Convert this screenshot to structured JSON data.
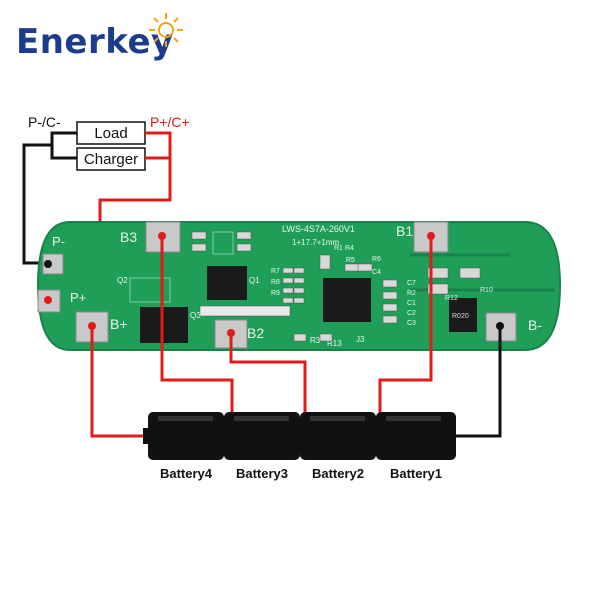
{
  "logo": {
    "brand": "Enerkey"
  },
  "labels": {
    "minus_terminal": "P-/C-",
    "plus_terminal": "P+/C+",
    "load": "Load",
    "charger": "Charger"
  },
  "board": {
    "model": "LWS-4S7A-260V1",
    "dims": "1+17.7+1mm",
    "pads": {
      "b3": "B3",
      "b1": "B1",
      "b2": "B2",
      "bplus": "B+",
      "bminus": "B-",
      "pminus": "P-",
      "pplus": "P+"
    },
    "silkscreen": {
      "q2": "Q2",
      "q1": "Q1",
      "q3": "Q3",
      "j3": "J3",
      "r3": "R3",
      "r13": "R13",
      "r1": "R1",
      "r4": "R4",
      "r5": "R5",
      "r6": "R6",
      "r7": "R7",
      "r8": "R8",
      "r9": "R9",
      "r2": "R2",
      "r10": "R10",
      "r12": "R12",
      "c1": "C1",
      "c2": "C2",
      "c3": "C3",
      "c4": "C4",
      "c7": "C7",
      "resistor_code": "R020"
    }
  },
  "batteries": [
    {
      "label": "Battery4"
    },
    {
      "label": "Battery3"
    },
    {
      "label": "Battery2"
    },
    {
      "label": "Battery1"
    }
  ],
  "colors": {
    "wire_positive": "#e01b1b",
    "wire_negative": "#111111",
    "pcb_green": "#1f9e58",
    "pcb_dark": "#17834a",
    "pad_silver": "#c9c9c9",
    "brand_blue": "#1d3c8c",
    "brand_orange": "#f2a41a"
  }
}
